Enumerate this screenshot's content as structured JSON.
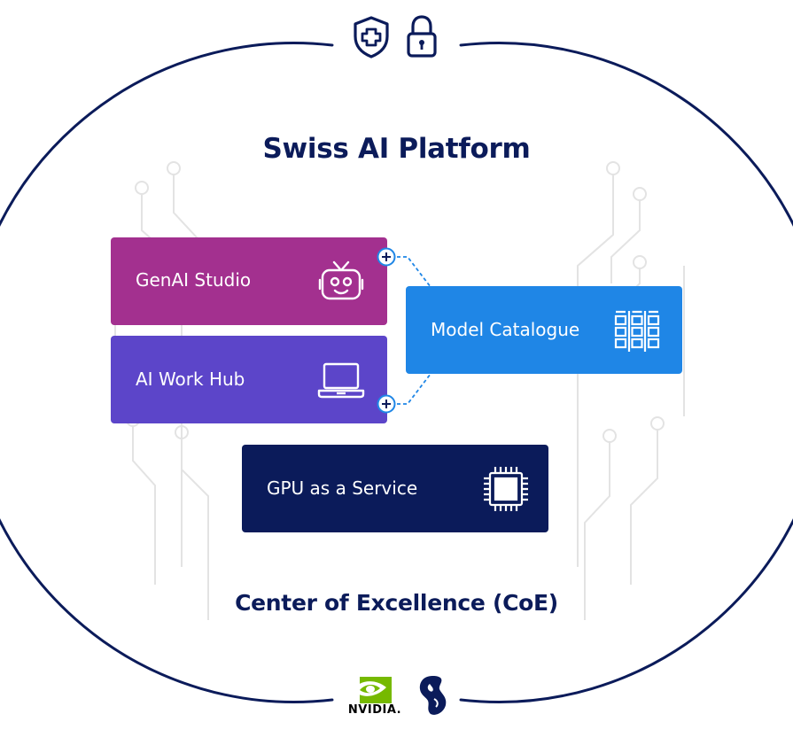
{
  "diagram": {
    "title": "Swiss AI Platform",
    "footer": "Center of Excellence (CoE)",
    "colors": {
      "navy": "#0b1b5a",
      "genai": "#a3308f",
      "workhub": "#5c45c9",
      "catalogue": "#1f86e6",
      "gpu": "#0b1b5a",
      "circuit": "#e0e0e0",
      "nvidia_green": "#76b900"
    },
    "top_icons": [
      "shield-plus-icon",
      "padlock-icon"
    ],
    "cards": {
      "genai_studio": {
        "label": "GenAI Studio",
        "icon": "robot-icon"
      },
      "ai_work_hub": {
        "label": "AI Work Hub",
        "icon": "laptop-icon"
      },
      "model_catalogue": {
        "label": "Model Catalogue",
        "icon": "grid-catalogue-icon"
      },
      "gpu_service": {
        "label": "GPU as a Service",
        "icon": "chip-icon"
      }
    },
    "logos": {
      "nvidia": {
        "text": "NVIDIA."
      },
      "swisscom": {
        "icon": "swisscom-logo-icon"
      }
    }
  }
}
